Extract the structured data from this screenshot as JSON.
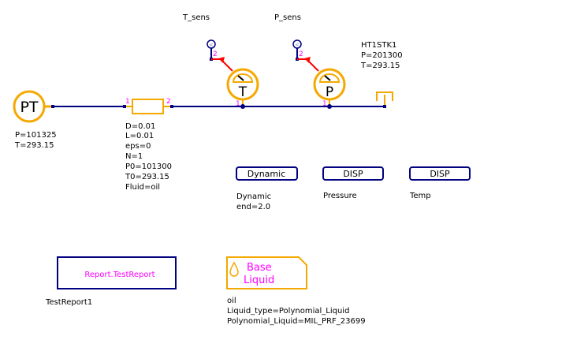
{
  "colors": {
    "wire": "#000080",
    "component": "#f5a800",
    "signal": "#ff0000",
    "pin_label": "#ff00ff",
    "text": "#000000"
  },
  "components": {
    "pt_source": {
      "symbol": "PT",
      "params": [
        "P=101325",
        "T=293.15"
      ]
    },
    "pipe": {
      "pin_in": "1",
      "pin_out": "2",
      "params": [
        "D=0.01",
        "L=0.01",
        "eps=0",
        "N=1",
        "P0=101300",
        "T0=293.15",
        "Fluid=oil"
      ]
    },
    "temp_sensor": {
      "name": "T_sens",
      "symbol": "T",
      "pin_fluid": "1",
      "pin_signal": "2"
    },
    "pressure_sensor": {
      "name": "P_sens",
      "symbol": "P",
      "pin_fluid": "1",
      "pin_signal": "2"
    },
    "tank": {
      "params": [
        "HT1STK1",
        "P=201300",
        "T=293.15"
      ]
    },
    "dynamic_block": {
      "label": "Dynamic",
      "params": [
        "Dynamic",
        "end=2.0"
      ]
    },
    "disp_pressure": {
      "label": "DISP",
      "name": "Pressure"
    },
    "disp_temp": {
      "label": "DISP",
      "name": "Temp"
    },
    "report": {
      "label": "Report.TestReport",
      "name": "TestReport1"
    },
    "base_liquid": {
      "title_line1": "Base",
      "title_line2": "Liquid",
      "params": [
        "oil",
        "Liquid_type=Polynomial_Liquid",
        "Polynomial_Liquid=MIL_PRF_23699"
      ]
    }
  }
}
